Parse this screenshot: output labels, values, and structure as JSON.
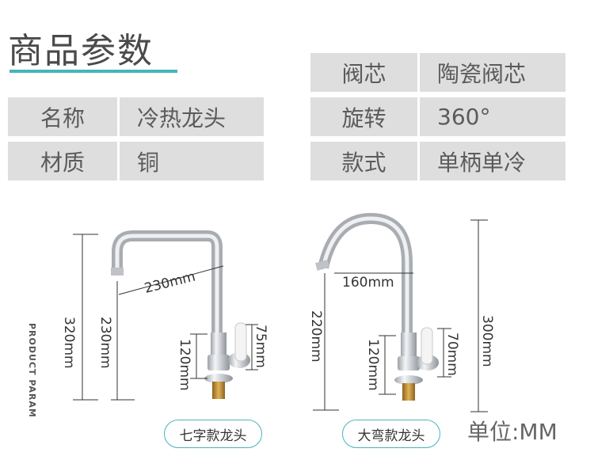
{
  "header": {
    "title": "商品参数"
  },
  "left_table": [
    {
      "label": "名称",
      "value": "冷热龙头"
    },
    {
      "label": "材质",
      "value": "铜"
    }
  ],
  "right_table": [
    {
      "label": "阀芯",
      "value": "陶瓷阀芯"
    },
    {
      "label": "旋转",
      "value": "360°"
    },
    {
      "label": "款式",
      "value": "单柄单冷"
    }
  ],
  "side_text": "PRODUCT PARAM",
  "faucet1": {
    "caption": "七字款龙头",
    "dims": {
      "height": "320mm",
      "spout_height": "230mm",
      "reach": "230mm",
      "body": "120mm",
      "handle": "75mm"
    }
  },
  "faucet2": {
    "caption": "大弯款龙头",
    "dims": {
      "height": "300mm",
      "spout_height": "220mm",
      "reach": "160mm",
      "body": "120mm",
      "handle": "70mm"
    }
  },
  "unit_label": "单位:MM",
  "colors": {
    "accent": "#48b3bd",
    "cell_bg": "#dedede",
    "chrome": "#c9ccd0",
    "brass": "#c9962f"
  }
}
